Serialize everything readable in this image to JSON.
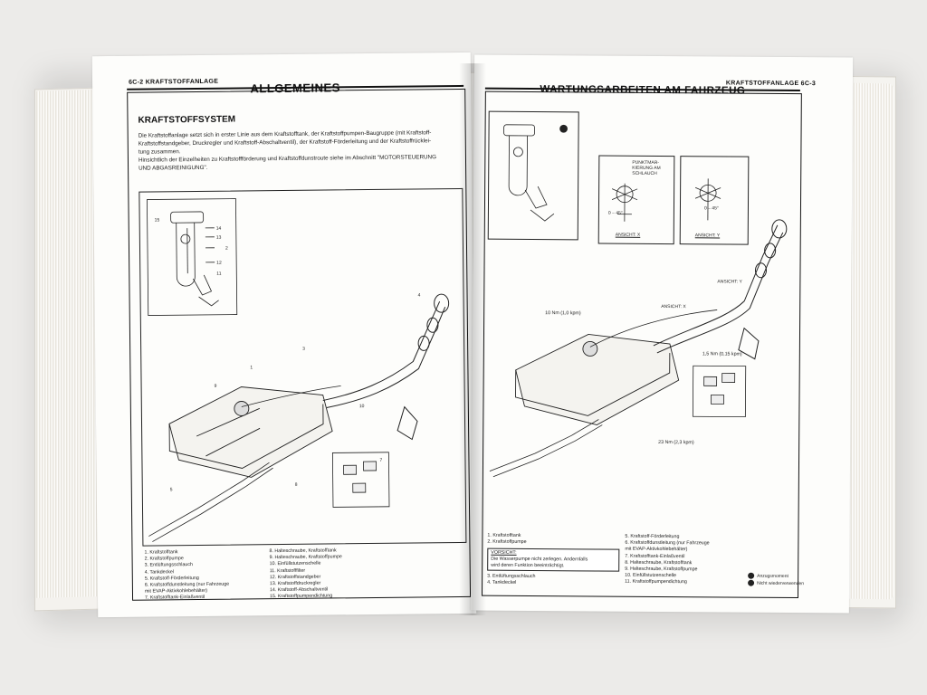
{
  "left_page": {
    "header": "6C-2  KRAFTSTOFFANLAGE",
    "title": "ALLGEMEINES",
    "subheading": "KRAFTSTOFFSYSTEM",
    "paragraph_lines": [
      "Die Kraftstoffanlage setzt sich in erster Linie aus dem Kraftstofftank, der Kraftstoffpumpen-Baugruppe (mit Kraftstoff-",
      "Kraftstoffstandgeber, Druckregler und Kraftstoff-Abschaltventil), der Kraftstoff-Förderleitung und der Kraftstoffrücklei-",
      "tung zusammen.",
      "Hinsichtlich der Einzelheiten zu Kraftstoffförderung und Kraftstoffdunstroute siehe im Abschnitt \"MOTORSTEUERUNG",
      "UND ABGASREINIGUNG\"."
    ],
    "legend_col1": [
      "1.  Kraftstofftank",
      "2.  Kraftstoffpumpe",
      "3.  Entlüftungsschlauch",
      "4.  Tankdeckel",
      "5.  Kraftstoff-Förderleitung",
      "6.  Kraftstoffdunstleitung (nur Fahrzeuge",
      "     mit EVAP-Aktivkohlebehälter)",
      "7.  Kraftstofftank-Einlaßventil"
    ],
    "legend_col2": [
      "8.  Halteschraube, Kraftstofftank",
      "9.  Halteschraube, Kraftstoffpumpe",
      "10. Einfüllstutzenschelle",
      "11. Kraftstofffilter",
      "12. Kraftstoffstandgeber",
      "13. Kraftstoffdruckregler",
      "14. Kraftstoff-Abschaltventil",
      "15. Kraftstoffpumpendichtung"
    ],
    "callouts": [
      "15",
      "14",
      "13",
      "2",
      "12",
      "11",
      "1",
      "3",
      "4",
      "5",
      "6",
      "7",
      "8",
      "9",
      "10"
    ]
  },
  "right_page": {
    "header": "KRAFTSTOFFANLAGE  6C-3",
    "title": "WARTUNGSARBEITEN AM FAHRZEUG",
    "detail_x_label": "PUNKTMAR-\nKIERUNG AM\nSCHLAUCH",
    "detail_x_caption": "ANSICHT: X",
    "detail_y_caption": "ANSICHT: Y",
    "angle_label": "0 – 45°",
    "view_x_callout": "ANSICHT: X",
    "view_y_callout": "ANSICHT: Y",
    "torque_1": "10 Nm (1,0 kpm)",
    "torque_2": "1,5 Nm (0,15 kpm)",
    "torque_3": "23 Nm (2,3 kpm)",
    "legend_col1": [
      "1.  Kraftstofftank",
      "2.  Kraftstoffpumpe"
    ],
    "caution_title": "VORSICHT:",
    "caution_lines": [
      "Die Wasserpumpe nicht zerlegen. Andernfalls",
      "wird deren Funktion beeinträchtigt."
    ],
    "legend_col1b": [
      "3.  Entlüftungsschlauch",
      "4.  Tankdeckel"
    ],
    "legend_col2": [
      "5.  Kraftstoff-Förderleitung",
      "6.  Kraftstoffdunstleitung (nur Fahrzeuge",
      "     mit EVAP-Aktivkohlebehälter)",
      "7.  Kraftstofftank-Einlaßventil",
      "8.  Halteschraube, Kraftstofftank",
      "9.  Halteschraube, Kraftstoffpumpe",
      "10. Einfüllstutzenschelle",
      "11. Kraftstoffpumpendichtung"
    ],
    "key_torque": "Anzugsmoment",
    "key_reuse": "Nicht wiederverwenden"
  }
}
